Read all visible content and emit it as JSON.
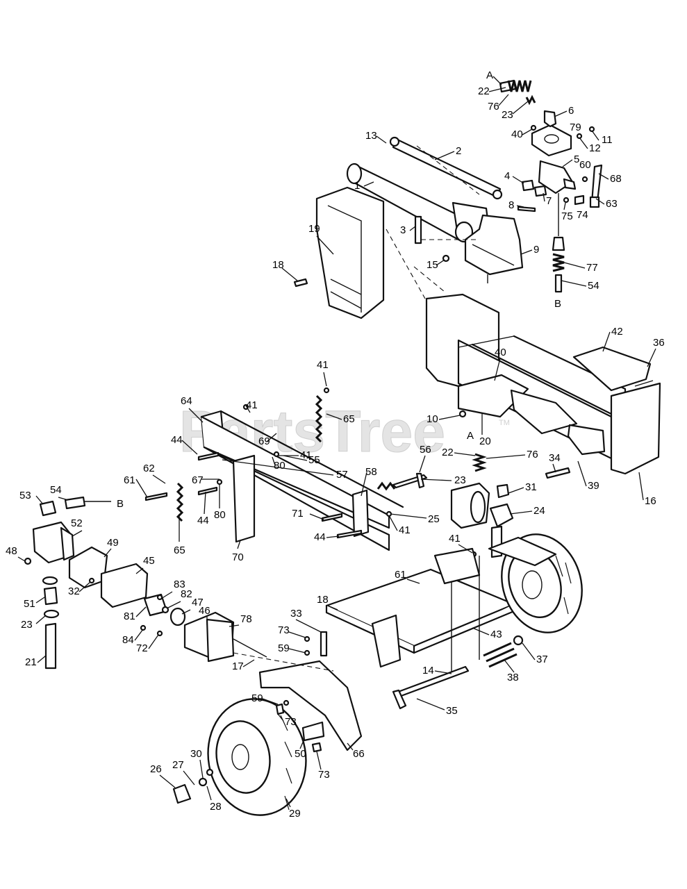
{
  "watermark": {
    "text": "PartsTree",
    "tm": "TM"
  },
  "labels": [
    {
      "id": "A-top",
      "text": "A"
    },
    {
      "id": "22-top",
      "text": "22"
    },
    {
      "id": "76-top",
      "text": "76"
    },
    {
      "id": "23-top",
      "text": "23"
    },
    {
      "id": "6",
      "text": "6"
    },
    {
      "id": "40-top",
      "text": "40"
    },
    {
      "id": "79",
      "text": "79"
    },
    {
      "id": "11",
      "text": "11"
    },
    {
      "id": "12",
      "text": "12"
    },
    {
      "id": "13",
      "text": "13"
    },
    {
      "id": "2",
      "text": "2"
    },
    {
      "id": "5",
      "text": "5"
    },
    {
      "id": "60",
      "text": "60"
    },
    {
      "id": "68",
      "text": "68"
    },
    {
      "id": "4",
      "text": "4"
    },
    {
      "id": "1",
      "text": "1"
    },
    {
      "id": "7",
      "text": "7"
    },
    {
      "id": "63",
      "text": "63"
    },
    {
      "id": "8",
      "text": "8"
    },
    {
      "id": "75",
      "text": "75"
    },
    {
      "id": "74",
      "text": "74"
    },
    {
      "id": "3",
      "text": "3"
    },
    {
      "id": "19",
      "text": "19"
    },
    {
      "id": "9",
      "text": "9"
    },
    {
      "id": "18-top",
      "text": "18"
    },
    {
      "id": "15",
      "text": "15"
    },
    {
      "id": "77",
      "text": "77"
    },
    {
      "id": "54-top",
      "text": "54"
    },
    {
      "id": "B-top",
      "text": "B"
    },
    {
      "id": "42",
      "text": "42"
    },
    {
      "id": "36",
      "text": "36"
    },
    {
      "id": "40-mid",
      "text": "40"
    },
    {
      "id": "41-a",
      "text": "41"
    },
    {
      "id": "10",
      "text": "10"
    },
    {
      "id": "64",
      "text": "64"
    },
    {
      "id": "41-b",
      "text": "41"
    },
    {
      "id": "65-a",
      "text": "65"
    },
    {
      "id": "20",
      "text": "20"
    },
    {
      "id": "A-mid",
      "text": "A"
    },
    {
      "id": "44-a",
      "text": "44"
    },
    {
      "id": "69",
      "text": "69"
    },
    {
      "id": "56",
      "text": "56"
    },
    {
      "id": "22-mid",
      "text": "22"
    },
    {
      "id": "76-mid",
      "text": "76"
    },
    {
      "id": "34",
      "text": "34"
    },
    {
      "id": "41-c",
      "text": "41"
    },
    {
      "id": "80-a",
      "text": "80"
    },
    {
      "id": "55",
      "text": "55"
    },
    {
      "id": "62",
      "text": "62"
    },
    {
      "id": "67",
      "text": "67"
    },
    {
      "id": "57",
      "text": "57"
    },
    {
      "id": "58",
      "text": "58"
    },
    {
      "id": "23-mid",
      "text": "23"
    },
    {
      "id": "31",
      "text": "31"
    },
    {
      "id": "39",
      "text": "39"
    },
    {
      "id": "61-a",
      "text": "61"
    },
    {
      "id": "16",
      "text": "16"
    },
    {
      "id": "53",
      "text": "53"
    },
    {
      "id": "54-mid",
      "text": "54"
    },
    {
      "id": "B-mid",
      "text": "B"
    },
    {
      "id": "44-b",
      "text": "44"
    },
    {
      "id": "80-b",
      "text": "80"
    },
    {
      "id": "71",
      "text": "71"
    },
    {
      "id": "25",
      "text": "25"
    },
    {
      "id": "24",
      "text": "24"
    },
    {
      "id": "52",
      "text": "52"
    },
    {
      "id": "41-d",
      "text": "41"
    },
    {
      "id": "44-c",
      "text": "44"
    },
    {
      "id": "65-b",
      "text": "65"
    },
    {
      "id": "49",
      "text": "49"
    },
    {
      "id": "70",
      "text": "70"
    },
    {
      "id": "41-e",
      "text": "41"
    },
    {
      "id": "48",
      "text": "48"
    },
    {
      "id": "45",
      "text": "45"
    },
    {
      "id": "32",
      "text": "32"
    },
    {
      "id": "61-b",
      "text": "61"
    },
    {
      "id": "83",
      "text": "83"
    },
    {
      "id": "82",
      "text": "82"
    },
    {
      "id": "18-mid",
      "text": "18"
    },
    {
      "id": "47",
      "text": "47"
    },
    {
      "id": "51",
      "text": "51"
    },
    {
      "id": "46",
      "text": "46"
    },
    {
      "id": "81",
      "text": "81"
    },
    {
      "id": "33",
      "text": "33"
    },
    {
      "id": "23-low",
      "text": "23"
    },
    {
      "id": "78",
      "text": "78"
    },
    {
      "id": "43",
      "text": "43"
    },
    {
      "id": "73-a",
      "text": "73"
    },
    {
      "id": "84",
      "text": "84"
    },
    {
      "id": "72",
      "text": "72"
    },
    {
      "id": "59-a",
      "text": "59"
    },
    {
      "id": "37",
      "text": "37"
    },
    {
      "id": "21",
      "text": "21"
    },
    {
      "id": "17",
      "text": "17"
    },
    {
      "id": "14",
      "text": "14"
    },
    {
      "id": "38",
      "text": "38"
    },
    {
      "id": "59-b",
      "text": "59"
    },
    {
      "id": "35",
      "text": "35"
    },
    {
      "id": "73-b",
      "text": "73"
    },
    {
      "id": "50",
      "text": "50"
    },
    {
      "id": "66",
      "text": "66"
    },
    {
      "id": "30",
      "text": "30"
    },
    {
      "id": "73-c",
      "text": "73"
    },
    {
      "id": "26",
      "text": "26"
    },
    {
      "id": "27",
      "text": "27"
    },
    {
      "id": "28",
      "text": "28"
    },
    {
      "id": "29",
      "text": "29"
    }
  ]
}
